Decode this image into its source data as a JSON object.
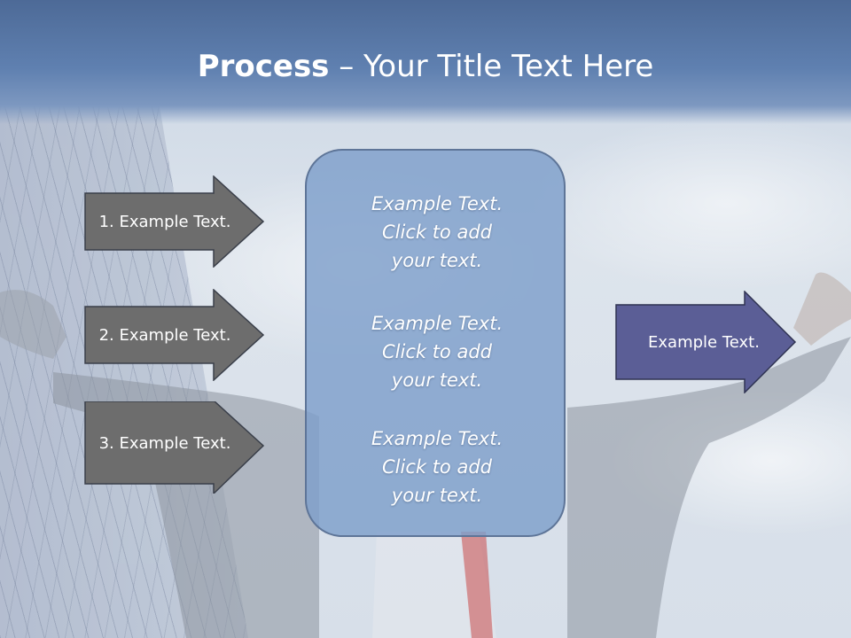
{
  "title": {
    "bold": "Process",
    "rest": " – Your Title Text Here"
  },
  "left_arrows": [
    {
      "label": "1. Example Text."
    },
    {
      "label": "2. Example Text."
    },
    {
      "label": "3. Example Text."
    }
  ],
  "center_blocks": [
    {
      "line1": "Example Text.",
      "line2": "Click  to add",
      "line3": "your text."
    },
    {
      "line1": "Example Text.",
      "line2": "Click  to add",
      "line3": "your text."
    },
    {
      "line1": "Example Text.",
      "line2": "Click  to add",
      "line3": "your text."
    }
  ],
  "output_arrow": {
    "label": "Example Text."
  },
  "colors": {
    "title_bar": "#5f80b0",
    "left_arrow_fill": "#6d6d6d",
    "center_box_fill": "#7e9fca",
    "output_arrow_fill": "#5b5e96"
  }
}
